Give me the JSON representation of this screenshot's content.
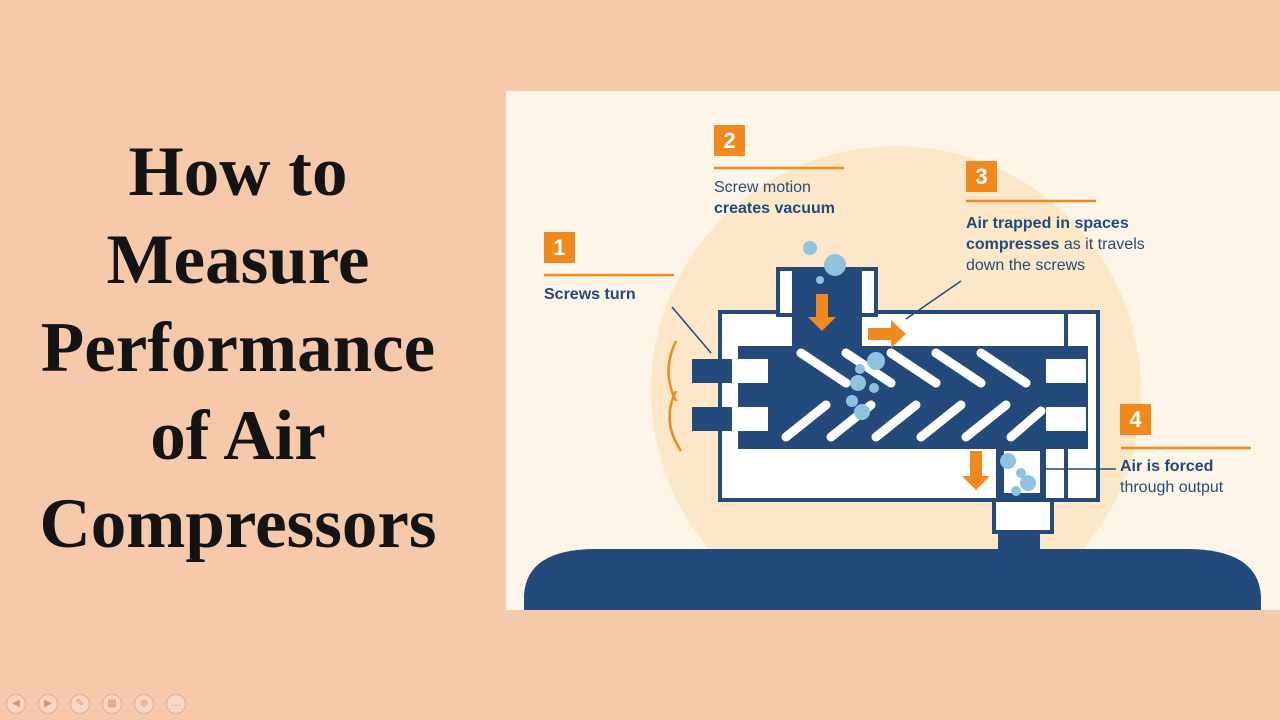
{
  "slide": {
    "title_lines": [
      "How to",
      "Measure",
      "Performance",
      "of Air",
      "Compressors"
    ]
  },
  "diagram": {
    "steps": [
      {
        "number": "1",
        "bold": "Screws turn",
        "text": ""
      },
      {
        "number": "2",
        "text": "Screw motion",
        "bold": "creates vacuum"
      },
      {
        "number": "3",
        "bold1": "Air trapped in spaces",
        "bold2": "compresses",
        "text2": " as it travels",
        "text3": "down the screws"
      },
      {
        "number": "4",
        "bold": "Air is forced",
        "text": "through output"
      }
    ],
    "colors": {
      "navy": "#244a7c",
      "orange": "#f08a1e",
      "panel": "#fdf5e8",
      "glow": "#fce8c9",
      "bubble": "#8ec2df"
    }
  },
  "controls": [
    {
      "name": "previous-slide-button",
      "icon": "◀"
    },
    {
      "name": "next-slide-button",
      "icon": "▶"
    },
    {
      "name": "pen-tool-button",
      "icon": "✎"
    },
    {
      "name": "slide-sorter-button",
      "icon": "▦"
    },
    {
      "name": "zoom-button",
      "icon": "⊕"
    },
    {
      "name": "more-options-button",
      "icon": "…"
    }
  ]
}
